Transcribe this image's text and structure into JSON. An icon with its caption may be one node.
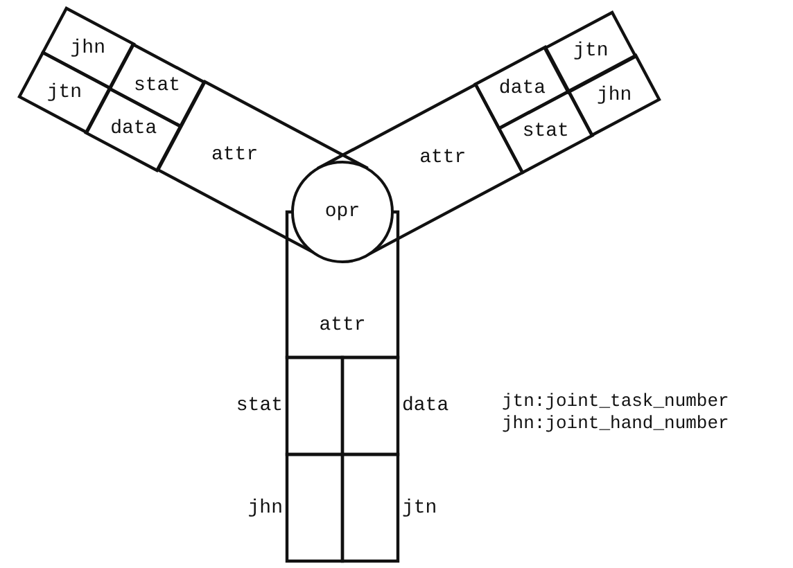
{
  "diagram": {
    "nodes": [
      {
        "text": [
          "jhn"
        ]
      },
      {
        "text": [
          "jtn"
        ]
      },
      {
        "text": [
          "stat"
        ]
      },
      {
        "text": [
          "data"
        ]
      },
      {
        "text": [
          "attr"
        ]
      },
      {
        "text": [
          "opr"
        ]
      },
      {
        "text": [
          "attr"
        ]
      },
      {
        "text": [
          "data"
        ]
      },
      {
        "text": [
          "stat"
        ]
      },
      {
        "text": [
          "jtn"
        ]
      },
      {
        "text": [
          "jhn"
        ]
      },
      {
        "text": [
          "attr"
        ]
      },
      {
        "text": [],
        "shape": "box",
        "beside": [
          "stat"
        ]
      },
      {
        "text": [],
        "shape": "box",
        "beside": [
          "data"
        ]
      },
      {
        "text": [],
        "shape": "box",
        "beside": [
          "jhn"
        ]
      },
      {
        "text": [],
        "shape": "box",
        "beside": [
          "jtn"
        ]
      }
    ],
    "edges": [],
    "labels": [
      "jtn:joint_task_number",
      "jhn:joint_hand_number"
    ]
  }
}
